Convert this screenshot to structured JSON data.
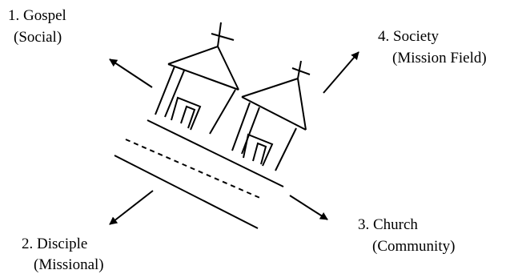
{
  "labels": {
    "gospel": {
      "title": "1. Gospel",
      "subtitle": "(Social)"
    },
    "disciple": {
      "title": "2. Disciple",
      "subtitle": "(Missional)"
    },
    "church": {
      "title": "3. Church",
      "subtitle": "(Community)"
    },
    "society": {
      "title": "4. Society",
      "subtitle": "(Mission Field)"
    }
  },
  "colors": {
    "stroke": "#000000",
    "background": "#ffffff"
  }
}
